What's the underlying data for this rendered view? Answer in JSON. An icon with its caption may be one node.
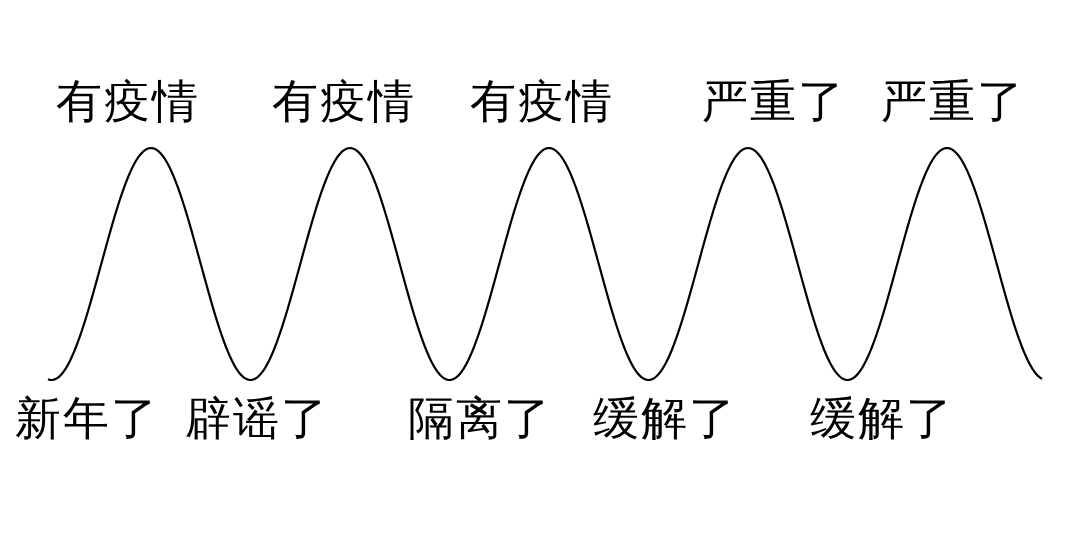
{
  "diagram": {
    "labels": [
      "有疫情",
      "有疫情",
      "有疫情",
      "严重了",
      "严重了",
      "新年了",
      "辟谣了",
      "隔离了",
      "缓解了",
      "缓解了"
    ]
  }
}
